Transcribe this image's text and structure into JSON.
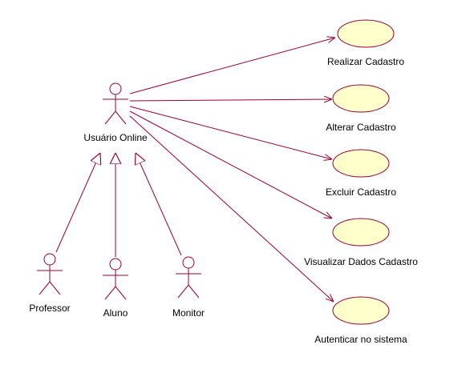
{
  "actors": {
    "online": {
      "label": "Usuário Online"
    },
    "professor": {
      "label": "Professor"
    },
    "aluno": {
      "label": "Aluno"
    },
    "monitor": {
      "label": "Monitor"
    }
  },
  "use_cases": {
    "realizar": {
      "label": "Realizar Cadastro"
    },
    "alterar": {
      "label": "Alterar Cadastro"
    },
    "excluir": {
      "label": "Excluir Cadastro"
    },
    "visualizar": {
      "label": "Visualizar Dados Cadastro"
    },
    "autenticar": {
      "label": "Autenticar no sistema"
    }
  },
  "relations": {
    "associations": [
      {
        "from": "online",
        "to": "realizar"
      },
      {
        "from": "online",
        "to": "alterar"
      },
      {
        "from": "online",
        "to": "excluir"
      },
      {
        "from": "online",
        "to": "visualizar"
      },
      {
        "from": "online",
        "to": "autenticar"
      }
    ],
    "generalizations": [
      {
        "child": "professor",
        "parent": "online"
      },
      {
        "child": "aluno",
        "parent": "online"
      },
      {
        "child": "monitor",
        "parent": "online"
      }
    ]
  },
  "colors": {
    "line": "#990033",
    "use_case_fill": "#ffffcc"
  }
}
